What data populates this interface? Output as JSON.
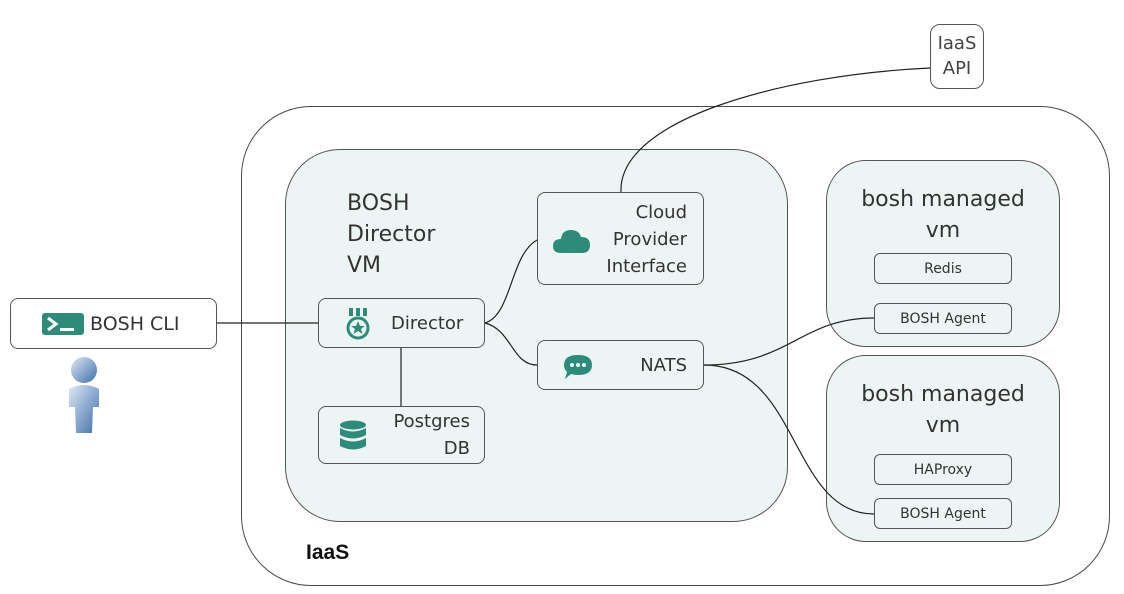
{
  "iaas_api": {
    "line1": "IaaS",
    "line2": "API"
  },
  "iaas": {
    "label": "IaaS"
  },
  "bosh_cli": {
    "label": "BOSH CLI",
    "icon": "terminal-icon"
  },
  "user": {
    "icon": "user-icon"
  },
  "director_vm": {
    "title_lines": [
      "BOSH",
      "Director",
      "VM"
    ],
    "director": {
      "label": "Director",
      "icon": "medal-icon"
    },
    "postgres": {
      "line1": "Postgres",
      "line2": "DB",
      "icon": "database-icon"
    },
    "cpi": {
      "line1": "Cloud",
      "line2": "Provider",
      "line3": "Interface",
      "icon": "cloud-icon"
    },
    "nats": {
      "label": "NATS",
      "icon": "chat-icon"
    }
  },
  "managed_vms": [
    {
      "title_line1": "bosh managed",
      "title_line2": "vm",
      "service": "Redis",
      "agent": "BOSH Agent"
    },
    {
      "title_line1": "bosh managed",
      "title_line2": "vm",
      "service": "HAProxy",
      "agent": "BOSH Agent"
    }
  ],
  "colors": {
    "accent": "#2e8b7a",
    "panel": "#edf5f4",
    "border": "#555555"
  }
}
